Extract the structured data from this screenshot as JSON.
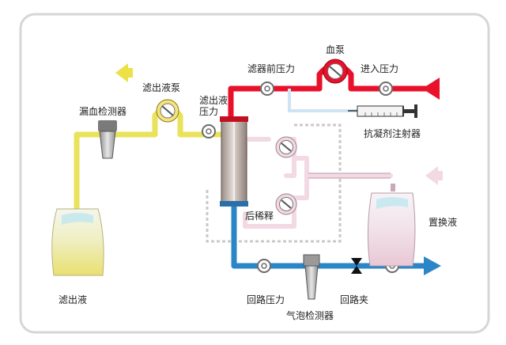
{
  "labels": {
    "blood_pump": "血泵",
    "pre_filter_pressure": "滤器前压力",
    "inlet_pressure": "进入压力",
    "filtrate_pump": "滤出液泵",
    "filtrate_pressure": "滤出液压力",
    "blood_leak_detector": "漏血检测器",
    "anticoagulant_syringe": "抗凝剂注射器",
    "post_dilution": "后稀释",
    "replacement_fluid": "置换液",
    "filtrate": "滤出液",
    "return_pressure": "回路压力",
    "return_clamp": "回路夹",
    "air_bubble_detector": "气泡检测器"
  },
  "colors": {
    "arterial_line": "#e8102a",
    "venous_line": "#2b86c8",
    "filtrate_line": "#e9e25a",
    "replacement_line": "#f2d9e4",
    "syringe_line": "#cfe4f2"
  },
  "icons": {
    "outlet_arrow_filtrate": "arrow-left-icon",
    "inlet_arrow_blood": "arrow-left-icon",
    "outlet_arrow_return": "arrow-right-icon",
    "replacement_arrow": "arrow-left-icon"
  }
}
